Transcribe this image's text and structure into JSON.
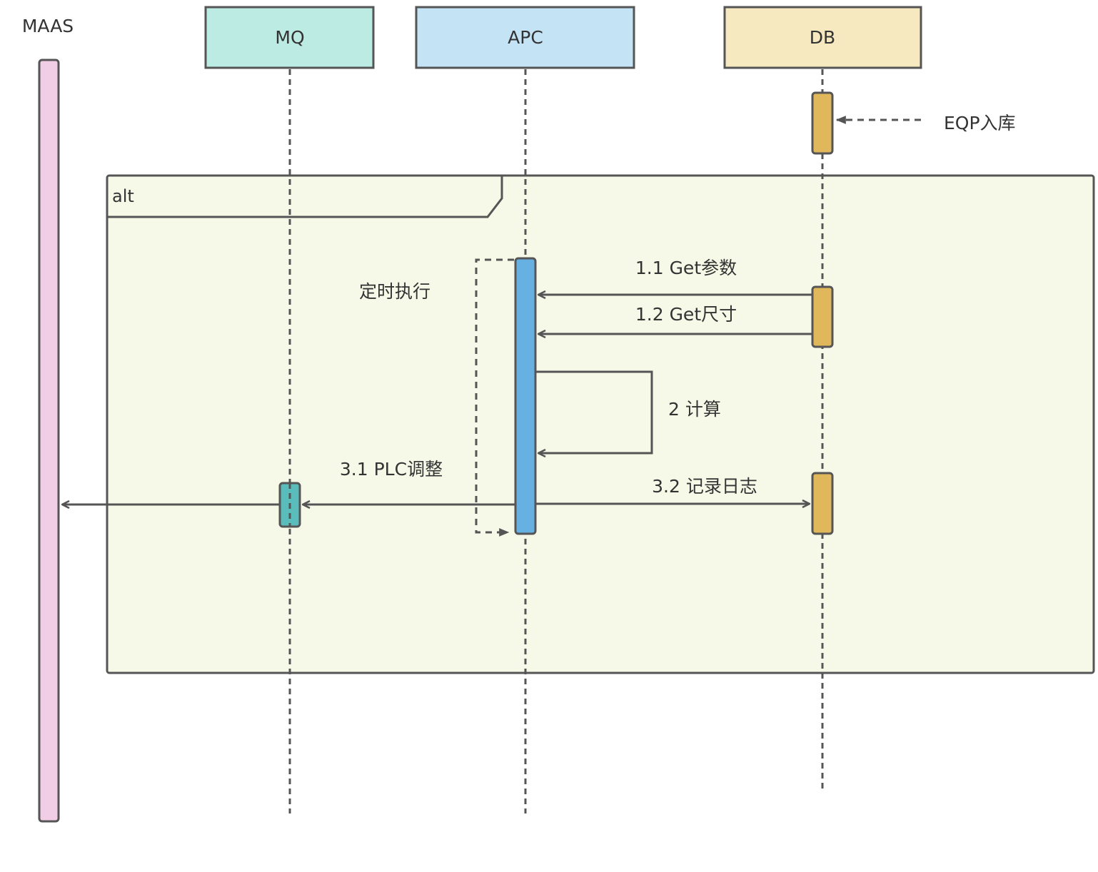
{
  "participants": {
    "maas": "MAAS",
    "mq": "MQ",
    "apc": "APC",
    "db": "DB"
  },
  "fragment": {
    "label": "alt"
  },
  "messages": {
    "eqp_store": "EQP入库",
    "timer": "定时执行",
    "get_params": "1.1 Get参数",
    "get_size": "1.2 Get尺寸",
    "compute": "2 计算",
    "plc_adjust": "3.1 PLC调整",
    "log_record": "3.2 记录日志"
  },
  "colors": {
    "maas": "#f2cde6",
    "mq_header": "#bcebe3",
    "mq_activation": "#5bbcbc",
    "apc_header": "#c4e3f5",
    "apc_activation": "#67b0e2",
    "db_header": "#f6e8bf",
    "db_activation": "#e0b75a",
    "fragment_fill": "#f6f9e7",
    "line": "#555555"
  }
}
